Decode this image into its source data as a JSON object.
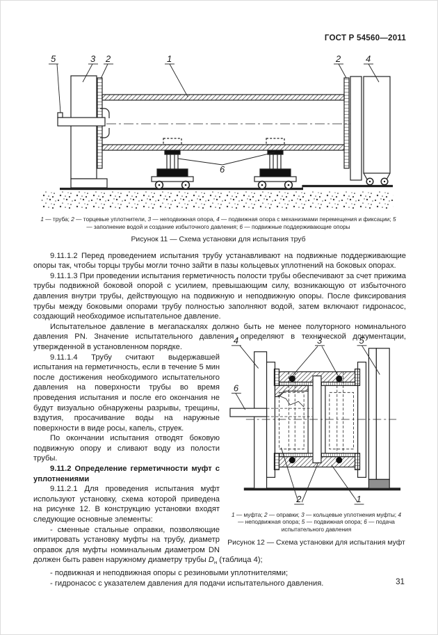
{
  "header": {
    "doc_number": "ГОСТ Р 54560—2011"
  },
  "page_number": "31",
  "figure11": {
    "callouts": {
      "n5": "5",
      "n3": "3",
      "n2_left": "2",
      "n1": "1",
      "n2_right": "2",
      "n4": "4",
      "n6": "6"
    },
    "legend": [
      {
        "num": "1",
        "text": " — труба; "
      },
      {
        "num": "2",
        "text": " — торцевые уплотнители, "
      },
      {
        "num": "3",
        "text": " — неподвижная опора, "
      },
      {
        "num": "4",
        "text": " — подвижная опора с механизмами перемещения и фиксации; "
      },
      {
        "num": "5",
        "text": " — заполнение водой и создание избыточного давления; "
      },
      {
        "num": "6",
        "text": " — подвижные поддерживающие опоры"
      }
    ],
    "caption": "Рисунок 11 — Схема установки для испытания труб"
  },
  "figure12": {
    "callouts": {
      "n4": "4",
      "n3": "3",
      "n5": "5",
      "n6": "6",
      "n2": "2",
      "n1": "1"
    },
    "legend": [
      {
        "num": "1",
        "text": " — муфта; "
      },
      {
        "num": "2",
        "text": " — оправки; "
      },
      {
        "num": "3",
        "text": " — кольцевые уплотнения муфты; "
      },
      {
        "num": "4",
        "text": " — неподвижная опора; "
      },
      {
        "num": "5",
        "text": " — подвижная опора; "
      },
      {
        "num": "6",
        "text": " — подача испытательного давления"
      }
    ],
    "caption": "Рисунок 12 — Схема установки для испытания муфт"
  },
  "body": {
    "p1": "9.11.1.2 Перед проведением испытания трубу устанавливают на подвижные поддерживающие опоры так, чтобы торцы трубы могли точно зайти в пазы кольцевых уплотнений на боковых опорах.",
    "p2": "9.11.1.3 При проведении испытания герметичность полости трубы обеспечивают за счет прижима трубы подвижной боковой опорой с усилием, превышающим силу, возникающую от избыточного давления внутри трубы, действующую на подвижную и неподвижную опоры. После фиксирования трубы между боковыми опорами трубу полностью заполняют водой, затем включают гидронасос, создающий необходимое испытательное давление.",
    "p3": "Испытательное давление в мегапаскалях должно быть не менее полуторного номинального давления PN. Значение испытательного давления определяют в технической документации, утвержденной в установленном порядке.",
    "p4": "9.11.1.4 Трубу считают выдержавшей испытания на герметичность, если в течение 5 мин после достижения необходимого испытательного давления на поверхности трубы во время проведения испытания и после его окончания не будут визуально обнаружены разрывы, трещины, вздутия, просачивание воды на наружные поверхности в виде росы, капель, струек.",
    "p5": "По окончании испытания отводят боковую подвижную опору и сливают воду из полости трубы.",
    "h9112": "9.11.2 Определение герметичности муфт с уплотнениями",
    "p6": "9.11.2.1 Для проведения испытания муфт используют установку, схема которой приведена на рисунке 12. В конструкцию установки входят следующие основные элементы:",
    "p7_before": "- сменные стальные оправки, позволяющие имитировать установку муфты на трубу, диаметр оправок для муфты номинальным диаметром DN должен быть равен наружному диаметру трубы ",
    "p7_var": "D",
    "p7_sub": "н",
    "p7_after": " (таблица 4);",
    "p8": "- подвижная и неподвижная опоры с резиновыми уплотнителями;",
    "p9": "- гидронасос с указателем давления для подачи испытательного давления."
  }
}
